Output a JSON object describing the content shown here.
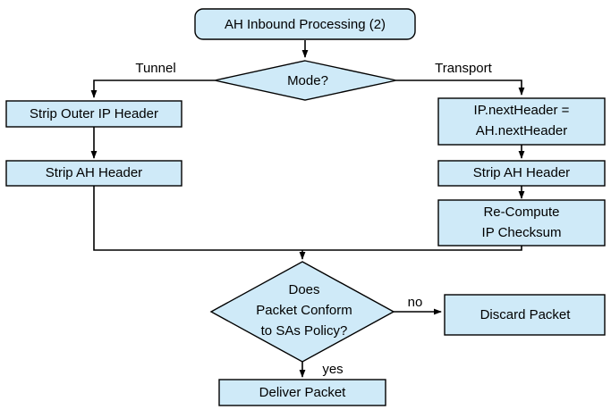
{
  "diagram": {
    "title": "AH Inbound Processing (2)",
    "type": "flowchart",
    "colors": {
      "node_fill": "#cfeaf8",
      "node_stroke": "#000000",
      "background": "#ffffff",
      "text": "#000000"
    },
    "nodes": {
      "start": {
        "label": "AH Inbound Processing (2)",
        "shape": "rounded-rectangle"
      },
      "mode_decision": {
        "label": "Mode?",
        "shape": "diamond"
      },
      "strip_outer_ip_header": {
        "label": "Strip Outer IP Header",
        "shape": "rectangle"
      },
      "strip_ah_header_tunnel": {
        "label": "Strip AH Header",
        "shape": "rectangle"
      },
      "ip_nextheader": {
        "label_line1": "IP.nextHeader =",
        "label_line2": "AH.nextHeader",
        "shape": "rectangle"
      },
      "strip_ah_header_transport": {
        "label": "Strip AH Header",
        "shape": "rectangle"
      },
      "recompute_checksum": {
        "label_line1": "Re-Compute",
        "label_line2": "IP Checksum",
        "shape": "rectangle"
      },
      "policy_decision": {
        "label_line1": "Does",
        "label_line2": "Packet Conform",
        "label_line3": "to SAs Policy?",
        "shape": "diamond"
      },
      "discard_packet": {
        "label": "Discard Packet",
        "shape": "rectangle"
      },
      "deliver_packet": {
        "label": "Deliver Packet",
        "shape": "rectangle"
      }
    },
    "edge_labels": {
      "tunnel": "Tunnel",
      "transport": "Transport",
      "no": "no",
      "yes": "yes"
    }
  }
}
